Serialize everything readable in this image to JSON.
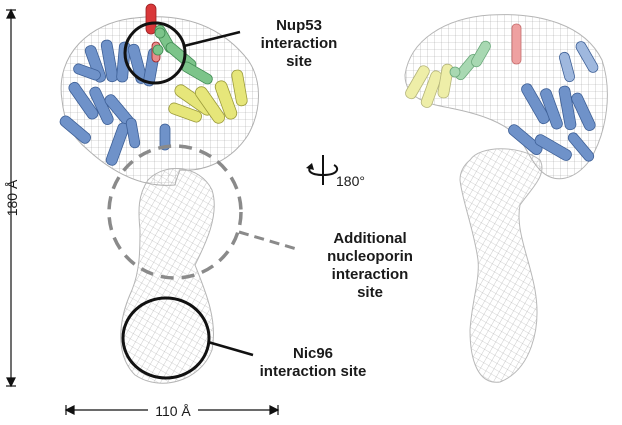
{
  "labels": {
    "nup53": [
      "Nup53",
      "interaction",
      "site"
    ],
    "additional": [
      "Additional",
      "nucleoporin",
      "interaction",
      "site"
    ],
    "nic96": [
      "Nic96",
      "interaction site"
    ]
  },
  "dimensions": {
    "height": "180 Å",
    "width": "110 Å",
    "rotation": "180°"
  },
  "colors": {
    "mesh": "#a8a8a8",
    "helix_blue": "#6f92c9",
    "helix_yellow": "#e6e67a",
    "helix_green": "#7cc48a",
    "helix_red": "#d9383a",
    "circle_solid": "#111111",
    "circle_dashed": "#8a8a8a"
  }
}
